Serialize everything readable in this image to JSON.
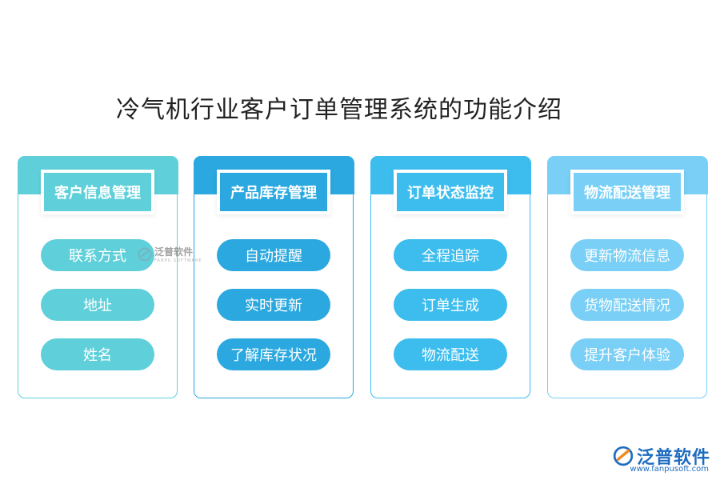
{
  "title": "冷气机行业客户订单管理系统的功能介绍",
  "columns": [
    {
      "heading": "客户信息管理",
      "items": [
        "联系方式",
        "地址",
        "姓名"
      ],
      "color": "#5fd0da"
    },
    {
      "heading": "产品库存管理",
      "items": [
        "自动提醒",
        "实时更新",
        "了解库存状况"
      ],
      "color": "#2aa8df"
    },
    {
      "heading": "订单状态监控",
      "items": [
        "全程追踪",
        "订单生成",
        "物流配送"
      ],
      "color": "#3cbdee"
    },
    {
      "heading": "物流配送管理",
      "items": [
        "更新物流信息",
        "货物配送情况",
        "提升客户体验"
      ],
      "color": "#79cff5"
    }
  ],
  "watermark": {
    "text": "泛普软件",
    "sub": "FANPU SOFTWARE"
  },
  "logo": {
    "name": "泛普软件",
    "url": "www.fanpusoft.com",
    "icon": "fanpu-logo-icon"
  }
}
